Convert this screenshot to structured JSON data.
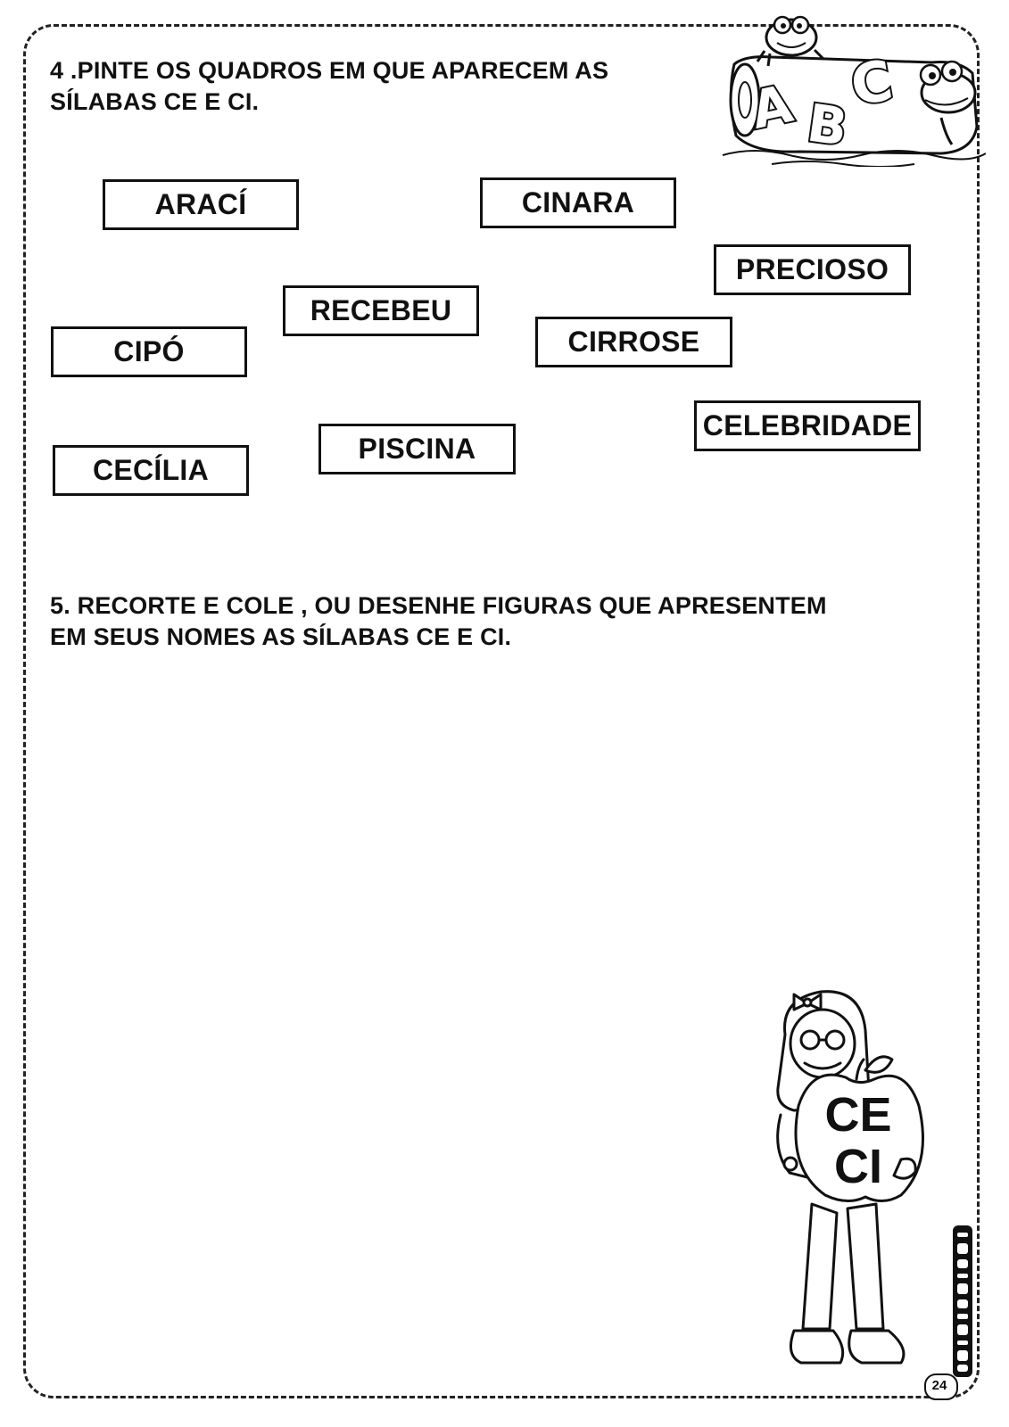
{
  "section4": {
    "instruction_line1": "4 .PINTE OS QUADROS EM QUE APARECEM AS",
    "instruction_line2": "SÍLABAS CE E CI.",
    "words": [
      "ARACÍ",
      "CINARA",
      "PRECIOSO",
      "RECEBEU",
      "CIRROSE",
      "CIPÓ",
      "CELEBRIDADE",
      "PISCINA",
      "CECÍLIA"
    ]
  },
  "section5": {
    "instruction_line1": "5. RECORTE E COLE , OU DESENHE FIGURAS QUE APRESENTEM",
    "instruction_line2": "EM SEUS NOMES AS SÍLABAS CE E CI."
  },
  "header_art": {
    "letters": [
      "A",
      "B",
      "C"
    ],
    "icon": "frogs-abc-log-illustration"
  },
  "girl_art": {
    "apple_line1": "CE",
    "apple_line2": "CI",
    "icon": "girl-holding-apple-illustration"
  },
  "brand_icon": "ideiacriativa-logo",
  "page_number": "24"
}
